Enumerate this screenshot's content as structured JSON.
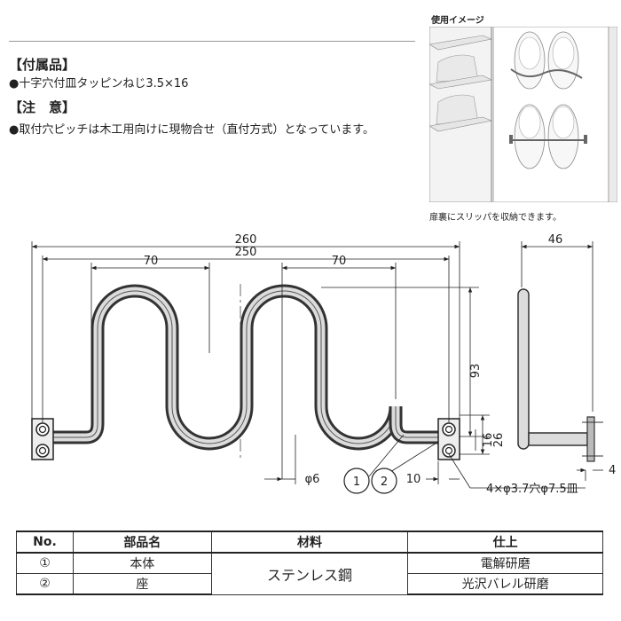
{
  "accessories": {
    "heading": "【付属品】",
    "item": "●十字穴付皿タッピンねじ3.5×16"
  },
  "notes": {
    "heading": "【注　意】",
    "item": "●取付穴ピッチは木工用向けに現物合せ（直付方式）となっています。"
  },
  "usage_image": {
    "title": "使用イメージ",
    "caption": "扉裏にスリッパを収納できます。"
  },
  "drawing": {
    "dim_260": "260",
    "dim_250": "250",
    "dim_70_left": "70",
    "dim_70_right": "70",
    "dim_93": "93",
    "dim_16": "16",
    "dim_26": "26",
    "dim_46": "46",
    "dim_4": "4",
    "dim_phi6": "φ6",
    "dim_10": "10",
    "callout_1": "1",
    "callout_2": "2",
    "hole_spec": "4×φ3.7穴φ7.5皿"
  },
  "parts_table": {
    "headers": [
      "No.",
      "部品名",
      "材料",
      "仕上"
    ],
    "rows": [
      {
        "no": "①",
        "name": "本体",
        "finish": "電解研磨"
      },
      {
        "no": "②",
        "name": "座",
        "finish": "光沢バレル研磨"
      }
    ],
    "material": "ステンレス鋼"
  }
}
